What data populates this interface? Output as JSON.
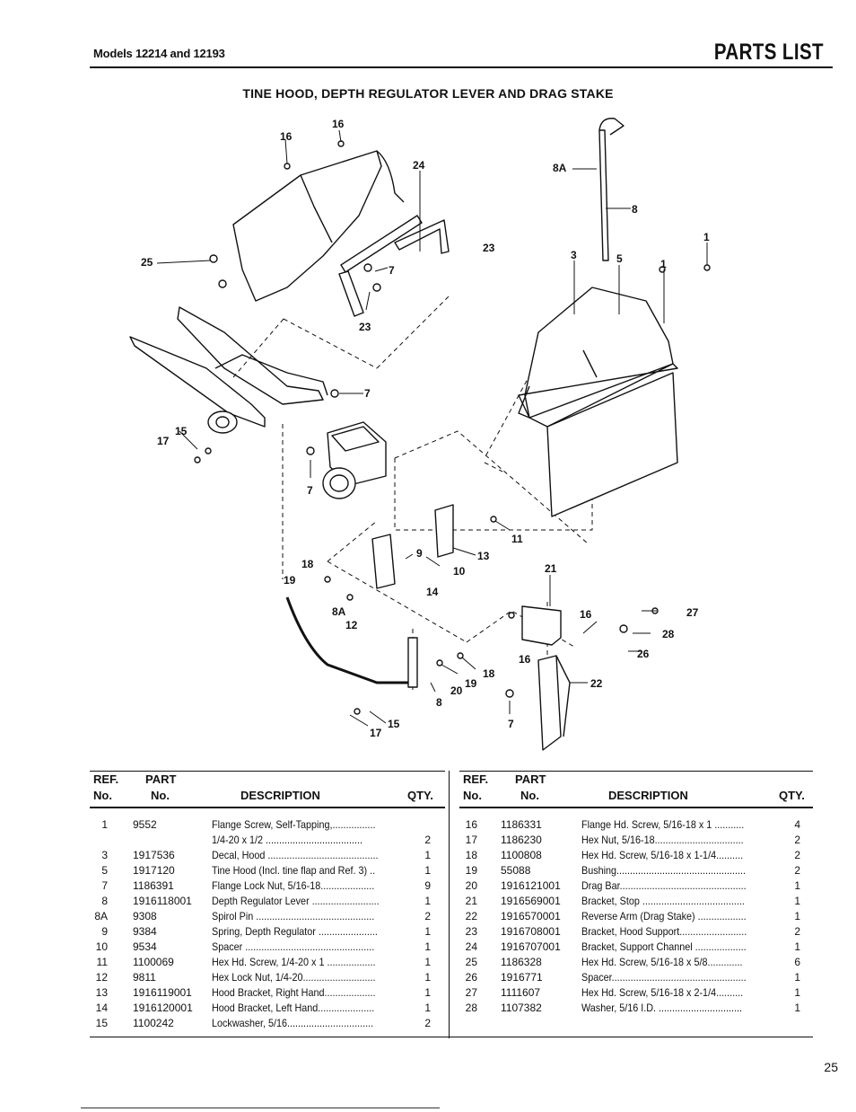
{
  "header": {
    "models": "Models 12214 and 12193",
    "title": "PARTS LIST"
  },
  "section_title": "TINE HOOD, DEPTH REGULATOR LEVER AND DRAG STAKE",
  "diagram": {
    "callouts": [
      "16",
      "16",
      "24",
      "8A",
      "8",
      "25",
      "7",
      "23",
      "23",
      "1",
      "3",
      "5",
      "1",
      "7",
      "15",
      "17",
      "7",
      "11",
      "13",
      "10",
      "9",
      "21",
      "18",
      "19",
      "14",
      "8A",
      "12",
      "16",
      "27",
      "28",
      "16",
      "26",
      "18",
      "19",
      "20",
      "8",
      "22",
      "15",
      "17",
      "7"
    ]
  },
  "table": {
    "headers": {
      "ref_top": "REF.",
      "ref_bottom": "No.",
      "part_top": "PART",
      "part_bottom": "No.",
      "description": "DESCRIPTION",
      "qty": "QTY."
    },
    "left_rows": [
      {
        "ref": "1",
        "part": "9552",
        "desc": "Flange Screw, Self-Tapping,................",
        "qty": ""
      },
      {
        "ref": "",
        "part": "",
        "desc": "1/4-20 x 1/2 ....................................",
        "qty": "2"
      },
      {
        "ref": "3",
        "part": "1917536",
        "desc": "Decal, Hood .........................................",
        "qty": "1"
      },
      {
        "ref": "5",
        "part": "1917120",
        "desc": "Tine Hood (Incl. tine flap and Ref. 3) ..",
        "qty": "1"
      },
      {
        "ref": "7",
        "part": "1186391",
        "desc": "Flange Lock Nut, 5/16-18....................",
        "qty": "9"
      },
      {
        "ref": "8",
        "part": "1916118001",
        "desc": "Depth Regulator Lever .........................",
        "qty": "1"
      },
      {
        "ref": "8A",
        "part": "9308",
        "desc": "Spirol Pin ............................................",
        "qty": "2"
      },
      {
        "ref": "9",
        "part": "9384",
        "desc": "Spring, Depth Regulator ......................",
        "qty": "1"
      },
      {
        "ref": "10",
        "part": "9534",
        "desc": "Spacer ................................................",
        "qty": "1"
      },
      {
        "ref": "11",
        "part": "1100069",
        "desc": "Hex Hd. Screw, 1/4-20 x 1 ..................",
        "qty": "1"
      },
      {
        "ref": "12",
        "part": "9811",
        "desc": "Hex Lock Nut, 1/4-20...........................",
        "qty": "1"
      },
      {
        "ref": "13",
        "part": "1916119001",
        "desc": "Hood Bracket, Right Hand...................",
        "qty": "1"
      },
      {
        "ref": "14",
        "part": "1916120001",
        "desc": "Hood Bracket, Left Hand.....................",
        "qty": "1"
      },
      {
        "ref": "15",
        "part": "1100242",
        "desc": "Lockwasher, 5/16................................",
        "qty": "2"
      }
    ],
    "right_rows": [
      {
        "ref": "16",
        "part": "1186331",
        "desc": "Flange Hd. Screw, 5/16-18 x 1 ...........",
        "qty": "4"
      },
      {
        "ref": "17",
        "part": "1186230",
        "desc": "Hex Nut, 5/16-18.................................",
        "qty": "2"
      },
      {
        "ref": "18",
        "part": "1100808",
        "desc": "Hex Hd. Screw, 5/16-18 x 1-1/4..........",
        "qty": "2"
      },
      {
        "ref": "19",
        "part": "55088",
        "desc": "Bushing................................................",
        "qty": "2"
      },
      {
        "ref": "20",
        "part": "1916121001",
        "desc": "Drag Bar...............................................",
        "qty": "1"
      },
      {
        "ref": "21",
        "part": "1916569001",
        "desc": "Bracket, Stop ......................................",
        "qty": "1"
      },
      {
        "ref": "22",
        "part": "1916570001",
        "desc": "Reverse Arm (Drag Stake) ..................",
        "qty": "1"
      },
      {
        "ref": "23",
        "part": "1916708001",
        "desc": "Bracket, Hood Support.........................",
        "qty": "2"
      },
      {
        "ref": "24",
        "part": "1916707001",
        "desc": "Bracket, Support Channel ...................",
        "qty": "1"
      },
      {
        "ref": "25",
        "part": "1186328",
        "desc": "Hex Hd. Screw, 5/16-18 x 5/8.............",
        "qty": "6"
      },
      {
        "ref": "26",
        "part": "1916771",
        "desc": "Spacer..................................................",
        "qty": "1"
      },
      {
        "ref": "27",
        "part": "1111607",
        "desc": "Hex Hd. Screw, 5/16-18 x 2-1/4..........",
        "qty": "1"
      },
      {
        "ref": "28",
        "part": "1107382",
        "desc": "Washer, 5/16 I.D. ...............................",
        "qty": "1"
      }
    ]
  },
  "page_number": "25"
}
